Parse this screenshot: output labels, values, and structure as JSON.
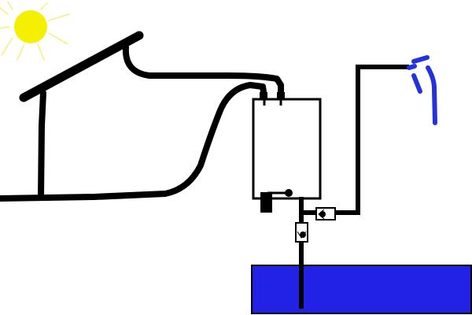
{
  "colors": {
    "sun": "#f5f000",
    "sun_rays": "#f5f07a",
    "pipe": "#000000",
    "water": "#2222e6",
    "water_border": "#000000",
    "tap_water": "#2233dd",
    "background": "#ffffff"
  },
  "icons": [
    "sun-icon",
    "house-outline",
    "solar-collector",
    "water-tank",
    "check-valve",
    "pump",
    "tap-water-stream"
  ]
}
